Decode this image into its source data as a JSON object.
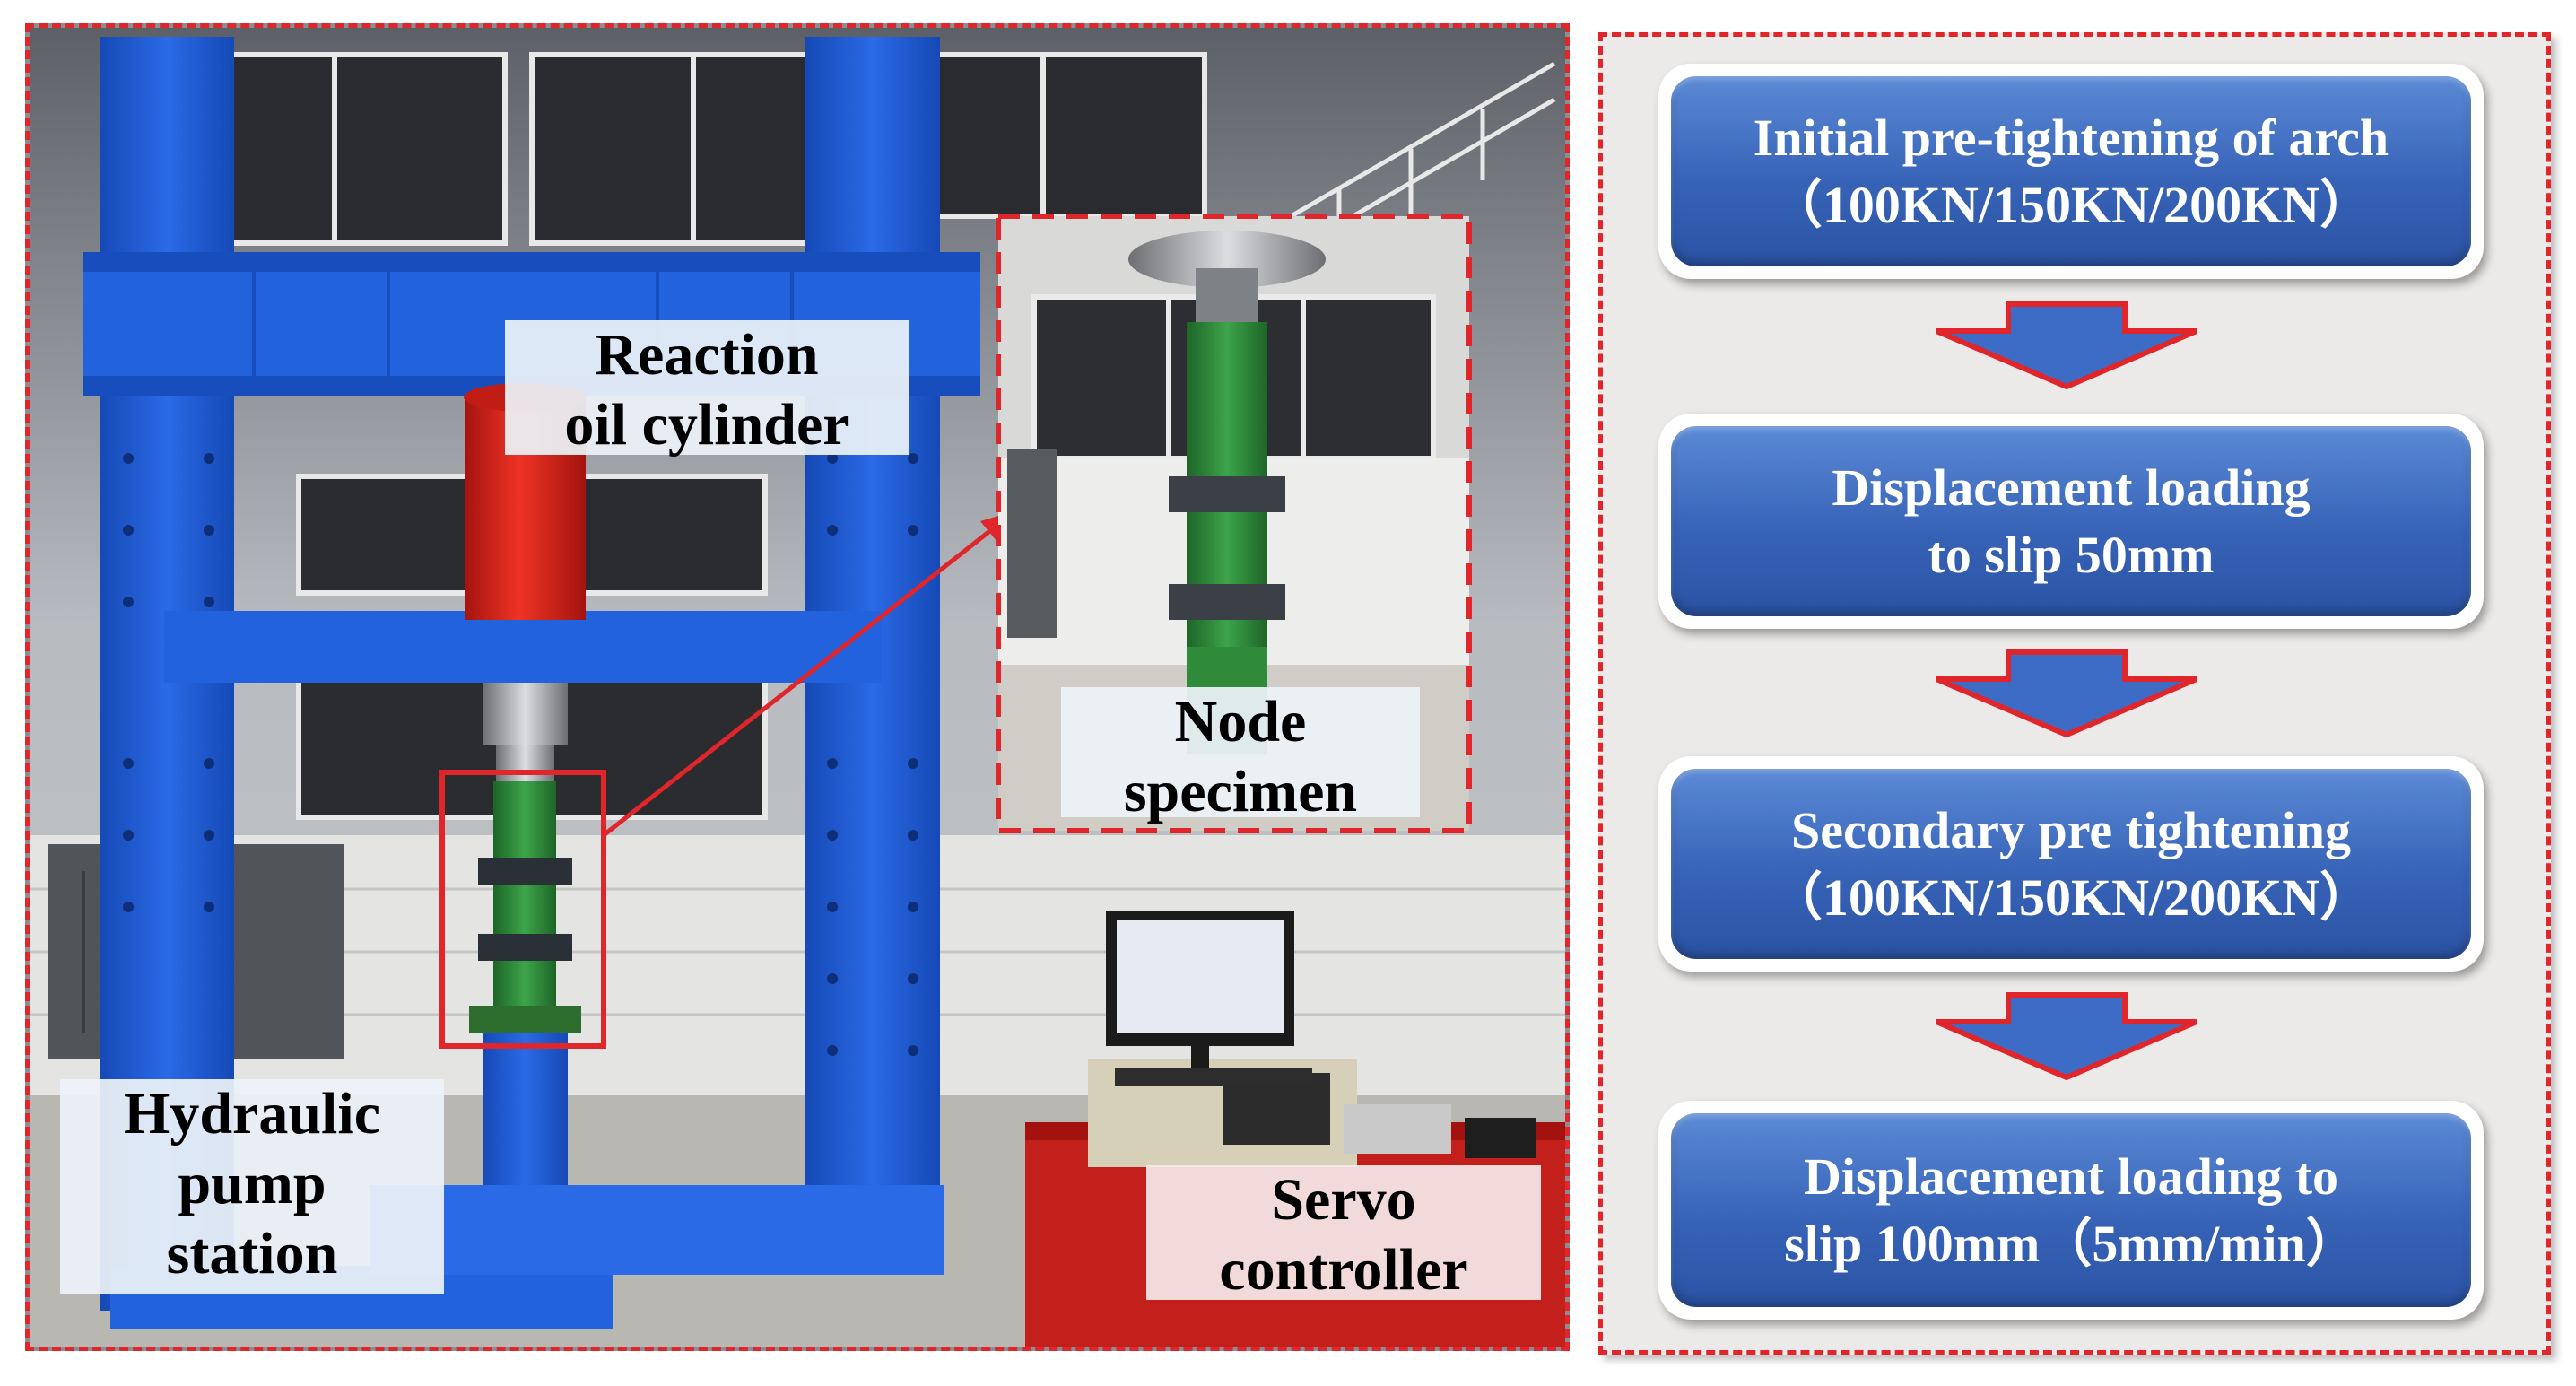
{
  "photo": {
    "labels": {
      "reaction_cylinder": [
        "Reaction",
        "oil cylinder"
      ],
      "node_specimen": [
        "Node",
        "specimen"
      ],
      "hydraulic_pump": [
        "Hydraulic",
        "pump",
        "station"
      ],
      "servo_controller": [
        "Servo",
        "controller"
      ]
    }
  },
  "flow": {
    "steps": [
      {
        "line1": "Initial pre-tightening of arch",
        "line2": "（100KN/150KN/200KN）"
      },
      {
        "line1": "Displacement loading",
        "line2": "to slip 50mm"
      },
      {
        "line1": "Secondary pre tightening",
        "line2": "（100KN/150KN/200KN）"
      },
      {
        "line1": "Displacement loading to",
        "line2": "slip 100mm（5mm/min）"
      }
    ]
  },
  "colors": {
    "frame_blue": "#1f5fd6",
    "cylinder_red": "#d8231c",
    "specimen_green": "#2f8a3a",
    "dashed_border": "#e0252b",
    "step_blue": "#3763b7"
  }
}
